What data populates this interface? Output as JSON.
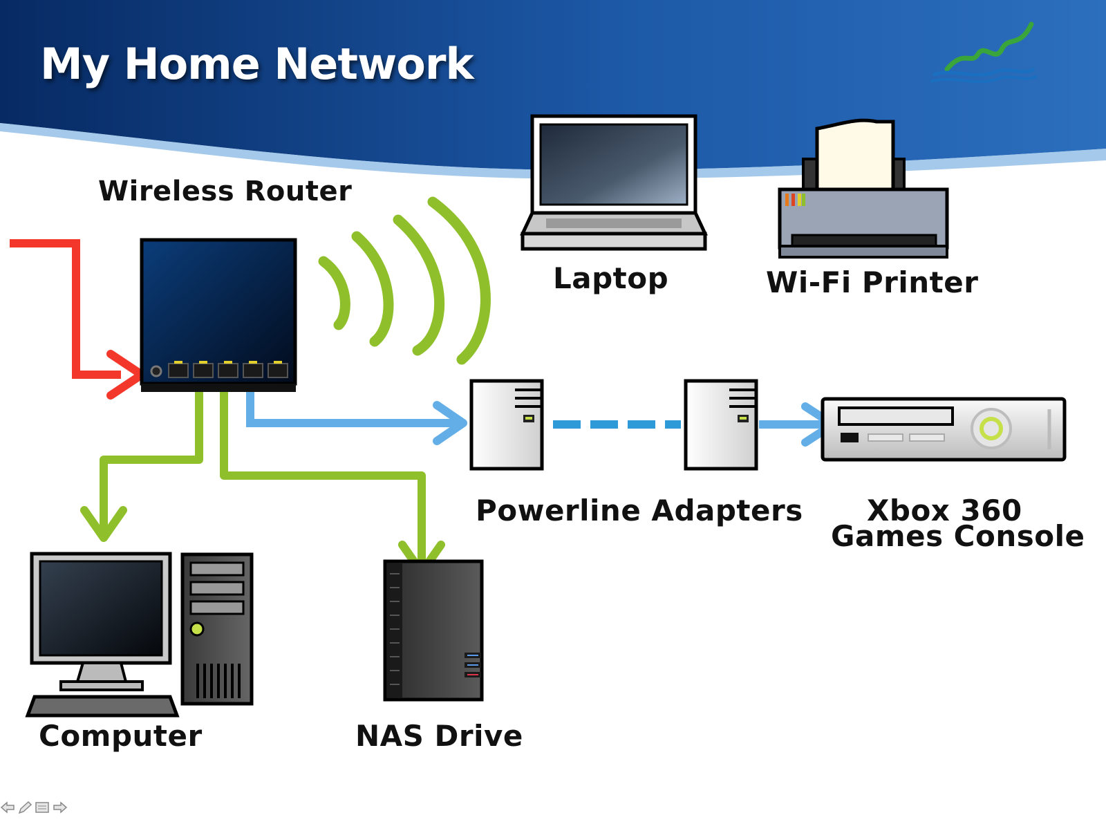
{
  "slide": {
    "title": "My Home Network",
    "colors": {
      "header_dark": "#0a2f6b",
      "header_light": "#2f78c4",
      "internet_line": "#f4372b",
      "wired_line": "#8fbf2a",
      "powerline_line": "#64aee8",
      "wifi_waves": "#8fbf2a"
    }
  },
  "devices": {
    "router": {
      "label": "Wireless Router"
    },
    "laptop": {
      "label": "Laptop"
    },
    "printer": {
      "label": "Wi-Fi Printer"
    },
    "powerline": {
      "label": "Powerline Adapters"
    },
    "xbox": {
      "label_line1": "Xbox 360",
      "label_line2": "Games Console"
    },
    "computer": {
      "label": "Computer"
    },
    "nas": {
      "label": "NAS Drive"
    }
  },
  "controls": {
    "icons": [
      "previous-arrow-icon",
      "pen-icon",
      "menu-icon",
      "next-arrow-icon"
    ]
  }
}
